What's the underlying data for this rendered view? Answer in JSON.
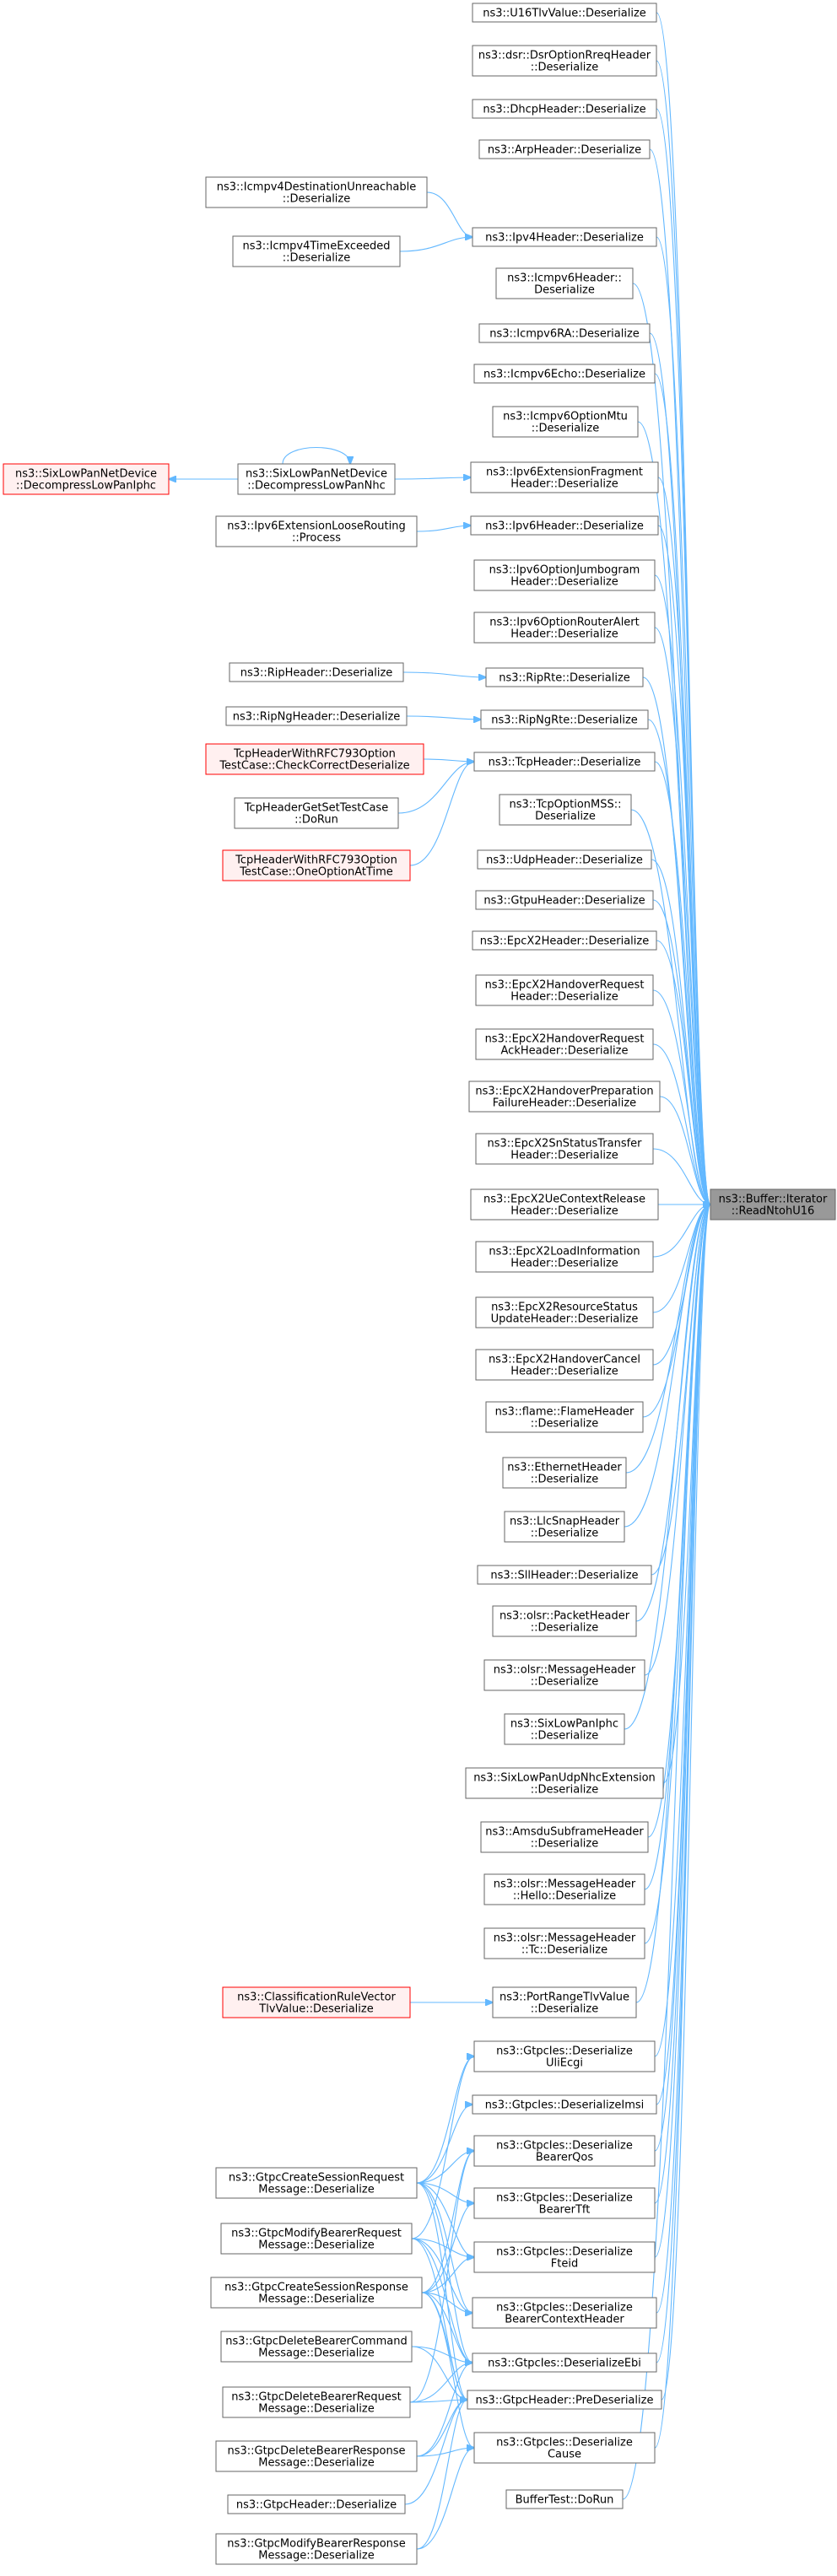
{
  "colors": {
    "edge": "#63b8ff",
    "node_border": "#666666",
    "focus_fill": "#999999",
    "red_border": "#ff0000"
  },
  "target": {
    "id": "T",
    "lines": [
      "ns3::Buffer::Iterator",
      "::ReadNtohU16"
    ]
  },
  "nodes": [
    {
      "id": "n1",
      "lines": [
        "ns3::U16TlvValue::Deserialize"
      ]
    },
    {
      "id": "n2",
      "lines": [
        "ns3::dsr::DsrOptionRreqHeader",
        "::Deserialize"
      ]
    },
    {
      "id": "n3",
      "lines": [
        "ns3::DhcpHeader::Deserialize"
      ]
    },
    {
      "id": "n4",
      "lines": [
        "ns3::ArpHeader::Deserialize"
      ]
    },
    {
      "id": "n5",
      "lines": [
        "ns3::Ipv4Header::Deserialize"
      ]
    },
    {
      "id": "n6",
      "lines": [
        "ns3::Icmpv6Header::",
        "Deserialize"
      ]
    },
    {
      "id": "n7",
      "lines": [
        "ns3::Icmpv6RA::Deserialize"
      ]
    },
    {
      "id": "n8",
      "lines": [
        "ns3::Icmpv6Echo::Deserialize"
      ]
    },
    {
      "id": "n9",
      "lines": [
        "ns3::Icmpv6OptionMtu",
        "::Deserialize"
      ]
    },
    {
      "id": "n10",
      "lines": [
        "ns3::Ipv6ExtensionFragment",
        "Header::Deserialize"
      ]
    },
    {
      "id": "n11",
      "lines": [
        "ns3::Ipv6Header::Deserialize"
      ]
    },
    {
      "id": "n12",
      "lines": [
        "ns3::Ipv6OptionJumbogram",
        "Header::Deserialize"
      ]
    },
    {
      "id": "n13",
      "lines": [
        "ns3::Ipv6OptionRouterAlert",
        "Header::Deserialize"
      ]
    },
    {
      "id": "n14",
      "lines": [
        "ns3::RipRte::Deserialize"
      ]
    },
    {
      "id": "n15",
      "lines": [
        "ns3::RipNgRte::Deserialize"
      ]
    },
    {
      "id": "n16",
      "lines": [
        "ns3::TcpHeader::Deserialize"
      ]
    },
    {
      "id": "n17",
      "lines": [
        "ns3::TcpOptionMSS::",
        "Deserialize"
      ]
    },
    {
      "id": "n18",
      "lines": [
        "ns3::UdpHeader::Deserialize"
      ]
    },
    {
      "id": "n19",
      "lines": [
        "ns3::GtpuHeader::Deserialize"
      ]
    },
    {
      "id": "n20",
      "lines": [
        "ns3::EpcX2Header::Deserialize"
      ]
    },
    {
      "id": "n21",
      "lines": [
        "ns3::EpcX2HandoverRequest",
        "Header::Deserialize"
      ]
    },
    {
      "id": "n22",
      "lines": [
        "ns3::EpcX2HandoverRequest",
        "AckHeader::Deserialize"
      ]
    },
    {
      "id": "n23",
      "lines": [
        "ns3::EpcX2HandoverPreparation",
        "FailureHeader::Deserialize"
      ]
    },
    {
      "id": "n24",
      "lines": [
        "ns3::EpcX2SnStatusTransfer",
        "Header::Deserialize"
      ]
    },
    {
      "id": "n25",
      "lines": [
        "ns3::EpcX2UeContextRelease",
        "Header::Deserialize"
      ]
    },
    {
      "id": "n26",
      "lines": [
        "ns3::EpcX2LoadInformation",
        "Header::Deserialize"
      ]
    },
    {
      "id": "n27",
      "lines": [
        "ns3::EpcX2ResourceStatus",
        "UpdateHeader::Deserialize"
      ]
    },
    {
      "id": "n28",
      "lines": [
        "ns3::EpcX2HandoverCancel",
        "Header::Deserialize"
      ]
    },
    {
      "id": "n29",
      "lines": [
        "ns3::flame::FlameHeader",
        "::Deserialize"
      ]
    },
    {
      "id": "n30",
      "lines": [
        "ns3::EthernetHeader",
        "::Deserialize"
      ]
    },
    {
      "id": "n31",
      "lines": [
        "ns3::LlcSnapHeader",
        "::Deserialize"
      ]
    },
    {
      "id": "n32",
      "lines": [
        "ns3::SllHeader::Deserialize"
      ]
    },
    {
      "id": "n33",
      "lines": [
        "ns3::olsr::PacketHeader",
        "::Deserialize"
      ]
    },
    {
      "id": "n34",
      "lines": [
        "ns3::olsr::MessageHeader",
        "::Deserialize"
      ]
    },
    {
      "id": "n35",
      "lines": [
        "ns3::SixLowPanIphc",
        "::Deserialize"
      ]
    },
    {
      "id": "n36",
      "lines": [
        "ns3::SixLowPanUdpNhcExtension",
        "::Deserialize"
      ]
    },
    {
      "id": "n37",
      "lines": [
        "ns3::AmsduSubframeHeader",
        "::Deserialize"
      ]
    },
    {
      "id": "n38",
      "lines": [
        "ns3::olsr::MessageHeader",
        "::Hello::Deserialize"
      ]
    },
    {
      "id": "n39",
      "lines": [
        "ns3::olsr::MessageHeader",
        "::Tc::Deserialize"
      ]
    },
    {
      "id": "n40",
      "lines": [
        "ns3::PortRangeTlvValue",
        "::Deserialize"
      ]
    },
    {
      "id": "g1",
      "lines": [
        "ns3::GtpcIes::Deserialize",
        "UliEcgi"
      ]
    },
    {
      "id": "g2",
      "lines": [
        "ns3::GtpcIes::DeserializeImsi"
      ]
    },
    {
      "id": "g3",
      "lines": [
        "ns3::GtpcIes::Deserialize",
        "BearerQos"
      ]
    },
    {
      "id": "g4",
      "lines": [
        "ns3::GtpcIes::Deserialize",
        "BearerTft"
      ]
    },
    {
      "id": "g5",
      "lines": [
        "ns3::GtpcIes::Deserialize",
        "Fteid"
      ]
    },
    {
      "id": "g6",
      "lines": [
        "ns3::GtpcIes::Deserialize",
        "BearerContextHeader"
      ]
    },
    {
      "id": "g7",
      "lines": [
        "ns3::GtpcIes::DeserializeEbi"
      ]
    },
    {
      "id": "g8",
      "lines": [
        "ns3::GtpcHeader::PreDeserialize"
      ]
    },
    {
      "id": "g9",
      "lines": [
        "ns3::GtpcIes::Deserialize",
        "Cause"
      ]
    },
    {
      "id": "g10",
      "lines": [
        "BufferTest::DoRun"
      ]
    },
    {
      "id": "l1",
      "lines": [
        "ns3::Icmpv4DestinationUnreachable",
        "::Deserialize"
      ]
    },
    {
      "id": "l2",
      "lines": [
        "ns3::Icmpv4TimeExceeded",
        "::Deserialize"
      ]
    },
    {
      "id": "l3",
      "lines": [
        "ns3::SixLowPanNetDevice",
        "::DecompressLowPanNhc"
      ]
    },
    {
      "id": "l3b",
      "lines": [
        "ns3::SixLowPanNetDevice",
        "::DecompressLowPanIphc"
      ],
      "red": true
    },
    {
      "id": "l4",
      "lines": [
        "ns3::Ipv6ExtensionLooseRouting",
        "::Process"
      ]
    },
    {
      "id": "l5",
      "lines": [
        "ns3::RipHeader::Deserialize"
      ]
    },
    {
      "id": "l6",
      "lines": [
        "ns3::RipNgHeader::Deserialize"
      ]
    },
    {
      "id": "l7",
      "lines": [
        "TcpHeaderWithRFC793Option",
        "TestCase::CheckCorrectDeserialize"
      ],
      "red": true
    },
    {
      "id": "l8",
      "lines": [
        "TcpHeaderGetSetTestCase",
        "::DoRun"
      ]
    },
    {
      "id": "l9",
      "lines": [
        "TcpHeaderWithRFC793Option",
        "TestCase::OneOptionAtTime"
      ],
      "red": true
    },
    {
      "id": "l10",
      "lines": [
        "ns3::ClassificationRuleVector",
        "TlvValue::Deserialize"
      ],
      "red": true
    },
    {
      "id": "m1",
      "lines": [
        "ns3::GtpcCreateSessionRequest",
        "Message::Deserialize"
      ]
    },
    {
      "id": "m2",
      "lines": [
        "ns3::GtpcModifyBearerRequest",
        "Message::Deserialize"
      ]
    },
    {
      "id": "m3",
      "lines": [
        "ns3::GtpcCreateSessionResponse",
        "Message::Deserialize"
      ]
    },
    {
      "id": "m4",
      "lines": [
        "ns3::GtpcDeleteBearerCommand",
        "Message::Deserialize"
      ]
    },
    {
      "id": "m5",
      "lines": [
        "ns3::GtpcDeleteBearerRequest",
        "Message::Deserialize"
      ]
    },
    {
      "id": "m6",
      "lines": [
        "ns3::GtpcDeleteBearerResponse",
        "Message::Deserialize"
      ]
    },
    {
      "id": "m7",
      "lines": [
        "ns3::GtpcHeader::Deserialize"
      ]
    },
    {
      "id": "m8",
      "lines": [
        "ns3::GtpcModifyBearerResponse",
        "Message::Deserialize"
      ]
    }
  ],
  "edges": [
    [
      "n1",
      "T"
    ],
    [
      "n2",
      "T"
    ],
    [
      "n3",
      "T"
    ],
    [
      "n4",
      "T"
    ],
    [
      "n5",
      "T"
    ],
    [
      "n6",
      "T"
    ],
    [
      "n7",
      "T"
    ],
    [
      "n8",
      "T"
    ],
    [
      "n9",
      "T"
    ],
    [
      "n10",
      "T"
    ],
    [
      "n11",
      "T"
    ],
    [
      "n12",
      "T"
    ],
    [
      "n13",
      "T"
    ],
    [
      "n14",
      "T"
    ],
    [
      "n15",
      "T"
    ],
    [
      "n16",
      "T"
    ],
    [
      "n17",
      "T"
    ],
    [
      "n18",
      "T"
    ],
    [
      "n19",
      "T"
    ],
    [
      "n20",
      "T"
    ],
    [
      "n21",
      "T"
    ],
    [
      "n22",
      "T"
    ],
    [
      "n23",
      "T"
    ],
    [
      "n24",
      "T"
    ],
    [
      "n25",
      "T"
    ],
    [
      "n26",
      "T"
    ],
    [
      "n27",
      "T"
    ],
    [
      "n28",
      "T"
    ],
    [
      "n29",
      "T"
    ],
    [
      "n30",
      "T"
    ],
    [
      "n31",
      "T"
    ],
    [
      "n32",
      "T"
    ],
    [
      "n33",
      "T"
    ],
    [
      "n34",
      "T"
    ],
    [
      "n35",
      "T"
    ],
    [
      "n36",
      "T"
    ],
    [
      "n37",
      "T"
    ],
    [
      "n38",
      "T"
    ],
    [
      "n39",
      "T"
    ],
    [
      "n40",
      "T"
    ],
    [
      "g1",
      "T"
    ],
    [
      "g2",
      "T"
    ],
    [
      "g3",
      "T"
    ],
    [
      "g4",
      "T"
    ],
    [
      "g5",
      "T"
    ],
    [
      "g6",
      "T"
    ],
    [
      "g7",
      "T"
    ],
    [
      "g8",
      "T"
    ],
    [
      "g9",
      "T"
    ],
    [
      "g10",
      "T"
    ],
    [
      "l1",
      "n5"
    ],
    [
      "l2",
      "n5"
    ],
    [
      "l3",
      "n10"
    ],
    [
      "l3",
      "l3b"
    ],
    [
      "l3",
      "l3"
    ],
    [
      "l4",
      "n11"
    ],
    [
      "l5",
      "n14"
    ],
    [
      "l6",
      "n15"
    ],
    [
      "l7",
      "n16"
    ],
    [
      "l8",
      "n16"
    ],
    [
      "l9",
      "n16"
    ],
    [
      "l10",
      "n40"
    ],
    [
      "m1",
      "g1"
    ],
    [
      "m1",
      "g2"
    ],
    [
      "m1",
      "g3"
    ],
    [
      "m1",
      "g4"
    ],
    [
      "m1",
      "g5"
    ],
    [
      "m1",
      "g6"
    ],
    [
      "m1",
      "g7"
    ],
    [
      "m1",
      "g8"
    ],
    [
      "m2",
      "g1"
    ],
    [
      "m2",
      "g6"
    ],
    [
      "m2",
      "g5"
    ],
    [
      "m2",
      "g7"
    ],
    [
      "m2",
      "g8"
    ],
    [
      "m3",
      "g3"
    ],
    [
      "m3",
      "g4"
    ],
    [
      "m3",
      "g5"
    ],
    [
      "m3",
      "g6"
    ],
    [
      "m3",
      "g7"
    ],
    [
      "m3",
      "g8"
    ],
    [
      "m3",
      "g9"
    ],
    [
      "m4",
      "g7"
    ],
    [
      "m4",
      "g8"
    ],
    [
      "m5",
      "g3"
    ],
    [
      "m5",
      "g7"
    ],
    [
      "m5",
      "g8"
    ],
    [
      "m6",
      "g7"
    ],
    [
      "m6",
      "g8"
    ],
    [
      "m6",
      "g9"
    ],
    [
      "m7",
      "g8"
    ],
    [
      "m8",
      "g8"
    ],
    [
      "m8",
      "g9"
    ]
  ]
}
